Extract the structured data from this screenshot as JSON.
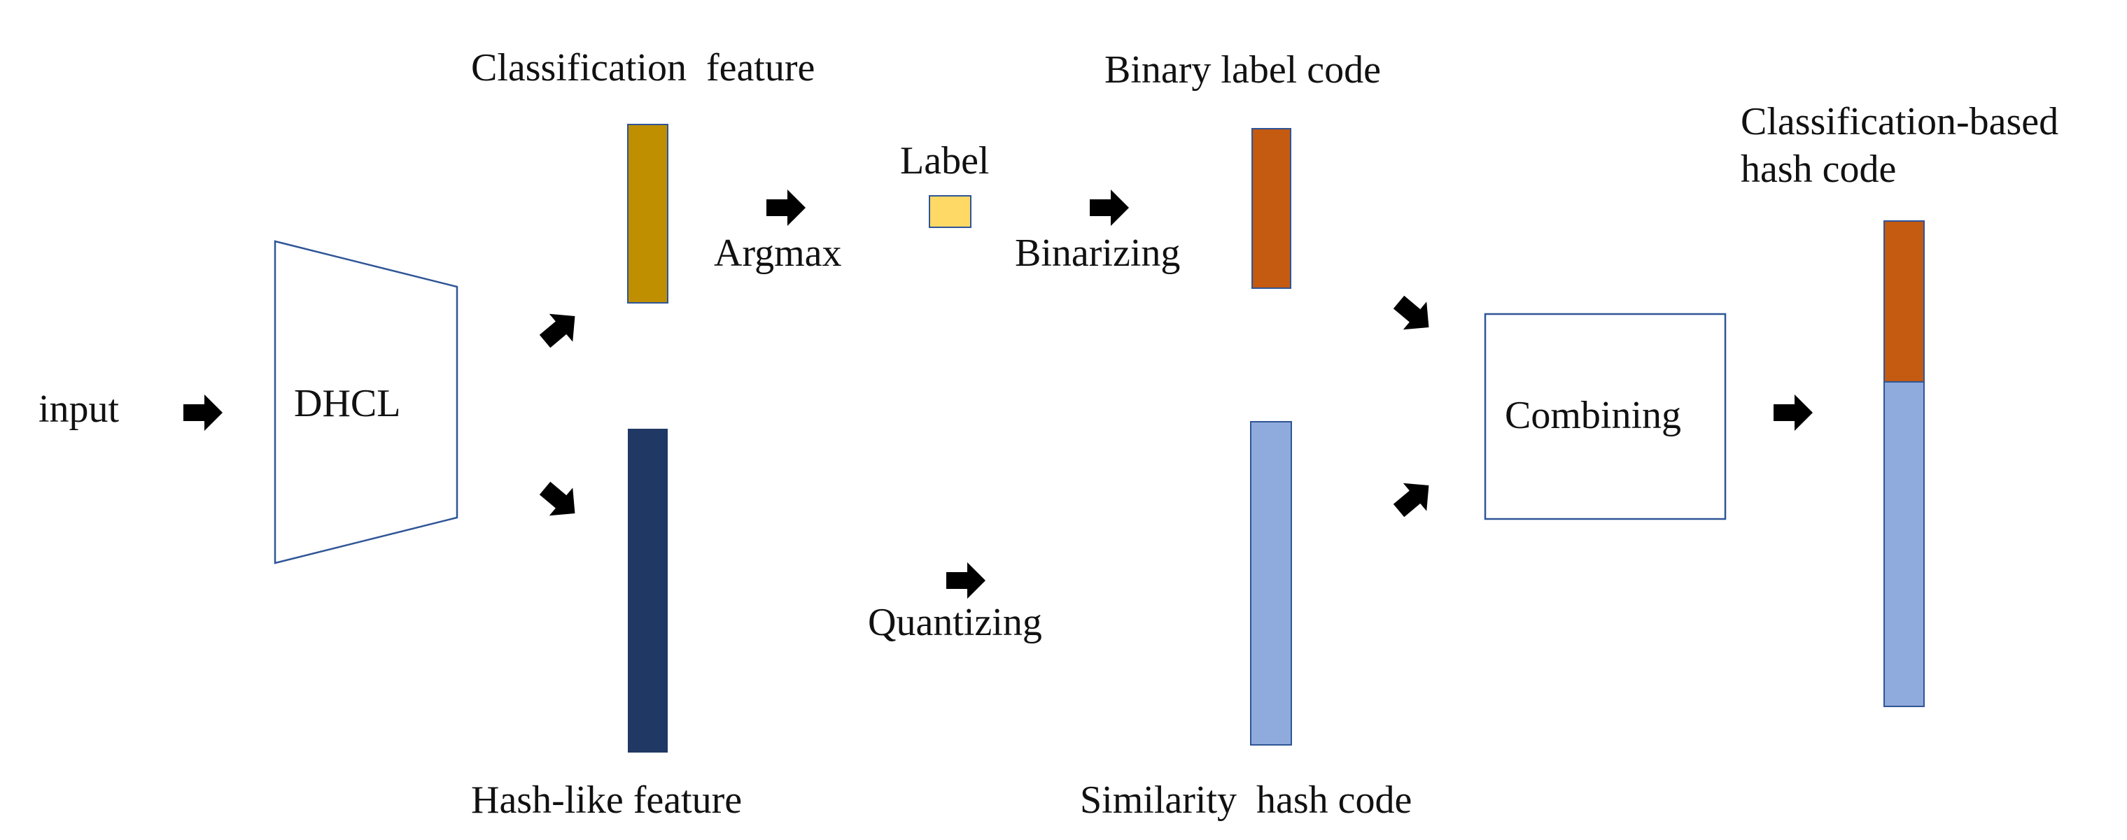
{
  "labels": {
    "input": "input",
    "dhcl": "DHCL",
    "classification_feature": "Classification  feature",
    "hash_like_feature": "Hash-like feature",
    "label": "Label",
    "argmax": "Argmax",
    "binarizing": "Binarizing",
    "binary_label_code": "Binary label code",
    "quantizing": "Quantizing",
    "similarity_hash_code": "Similarity  hash code",
    "combining": "Combining",
    "classification_based_line1": "Classification-based",
    "classification_based_line2": "hash code"
  },
  "colors": {
    "classification_feature": "#BF8F00",
    "hash_like_feature": "#203864",
    "label": "#FFD966",
    "binary_label_code": "#C55A11",
    "similarity_hash_code": "#8FAADC",
    "outline": "#2F5597",
    "arrow": "#000000"
  }
}
